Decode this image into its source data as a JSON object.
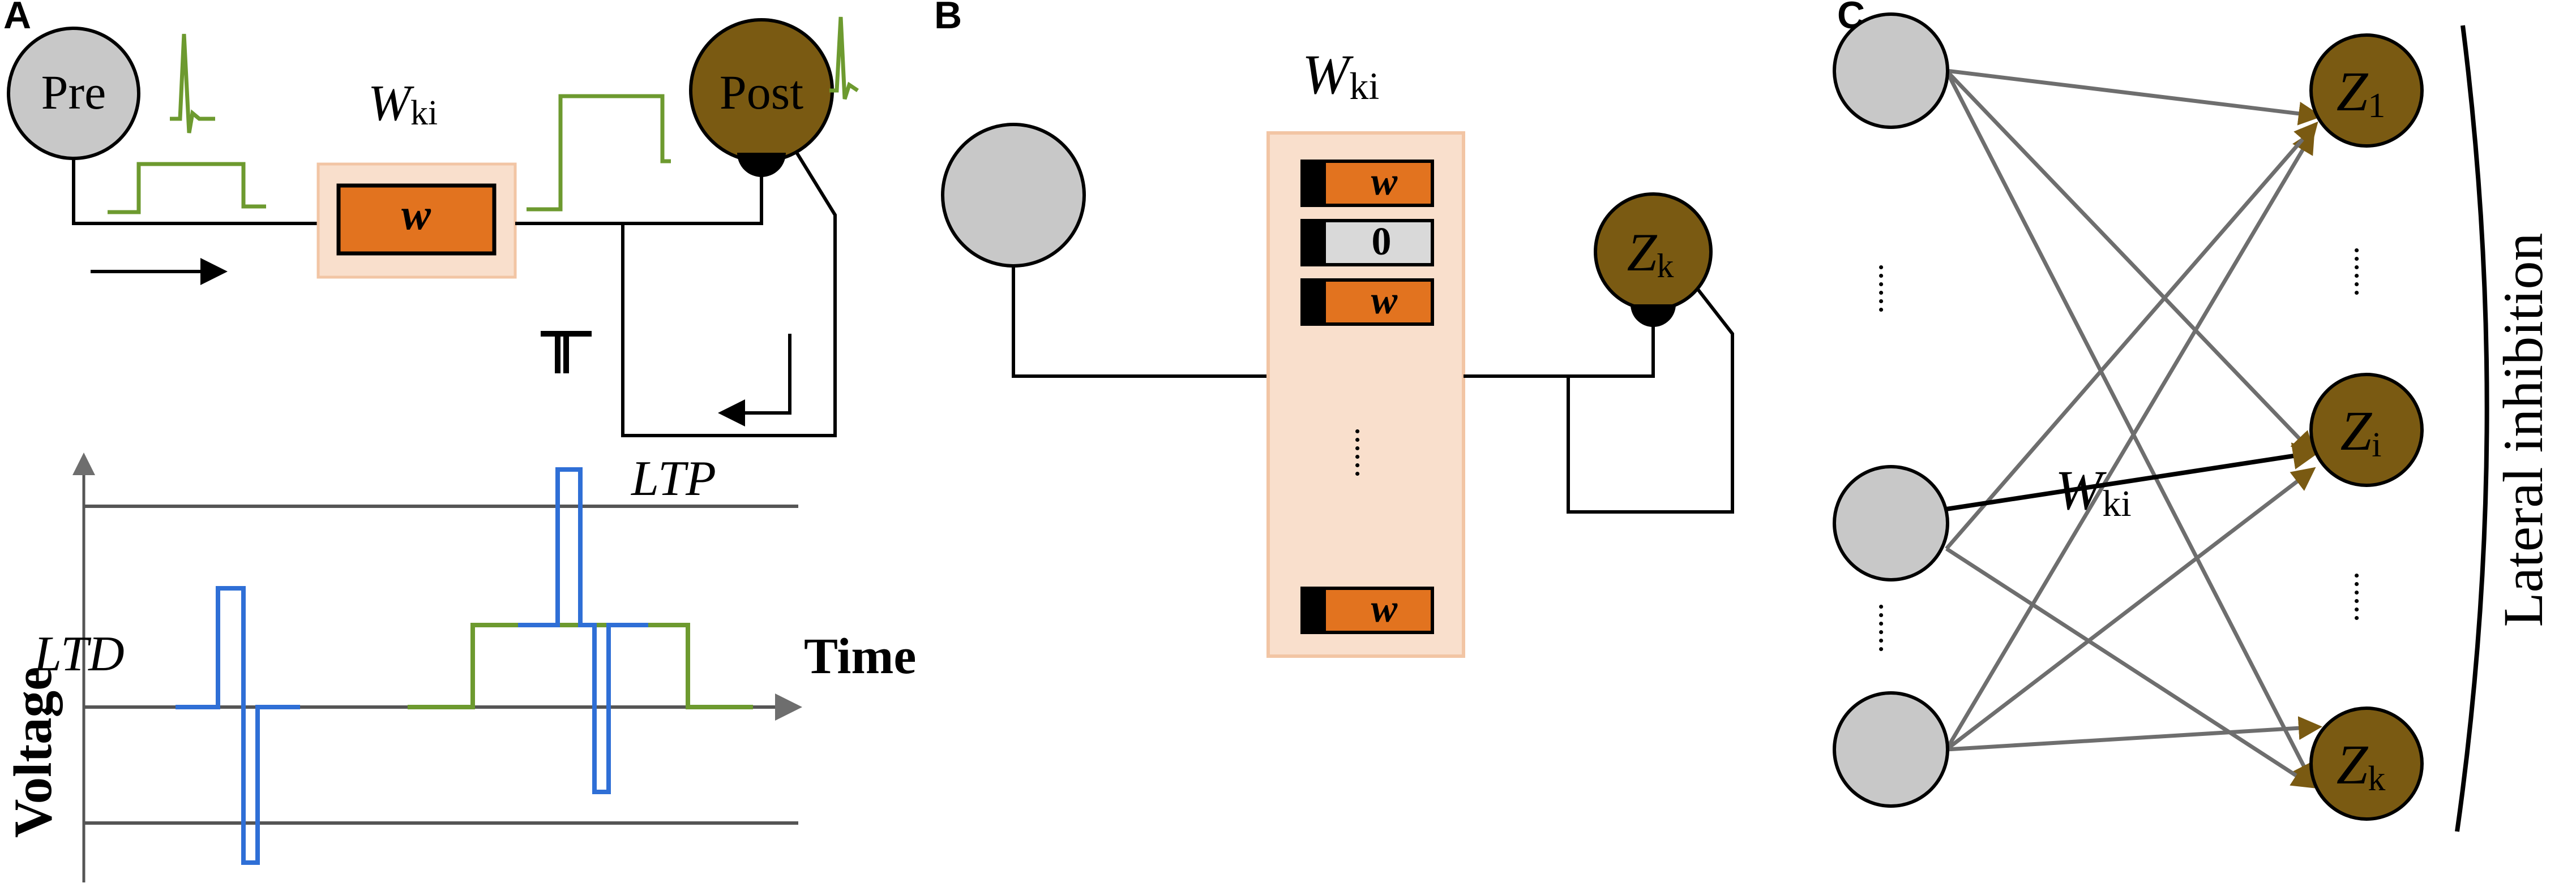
{
  "panels": {
    "a": {
      "letter": "A",
      "pre_label": "Pre",
      "post_label": "Post",
      "weight_symbol": "W",
      "weight_subscript": "ki",
      "memristor_label": "w",
      "ltp_label": "LTP",
      "ltd_label": "LTD",
      "x_axis_label": "Time",
      "y_axis_label": "Voltage"
    },
    "b": {
      "letter": "B",
      "weight_symbol": "W",
      "weight_subscript": "ki",
      "cells": [
        "w",
        "0",
        "w",
        "w"
      ],
      "ellipsis": "......",
      "post_symbol": "Z",
      "post_subscript": "k"
    },
    "c": {
      "letter": "C",
      "outputs": [
        {
          "symbol": "Z",
          "subscript": "1"
        },
        {
          "symbol": "Z",
          "subscript": "i"
        },
        {
          "symbol": "Z",
          "subscript": "k"
        }
      ],
      "weight_symbol": "W",
      "weight_subscript": "ki",
      "ellipsis": "......",
      "inhibition_label": "Lateral inhibition"
    }
  },
  "colors": {
    "input_neuron": "#c8c8c8",
    "output_neuron": "#7a5a12",
    "memristor": "#e2731f",
    "synapse_box": "#f9dfcc",
    "spike_green": "#6d9a2f",
    "pulse_blue": "#2f6fd6",
    "connection_gray": "#6e6e6e",
    "axis_gray": "#555555"
  }
}
